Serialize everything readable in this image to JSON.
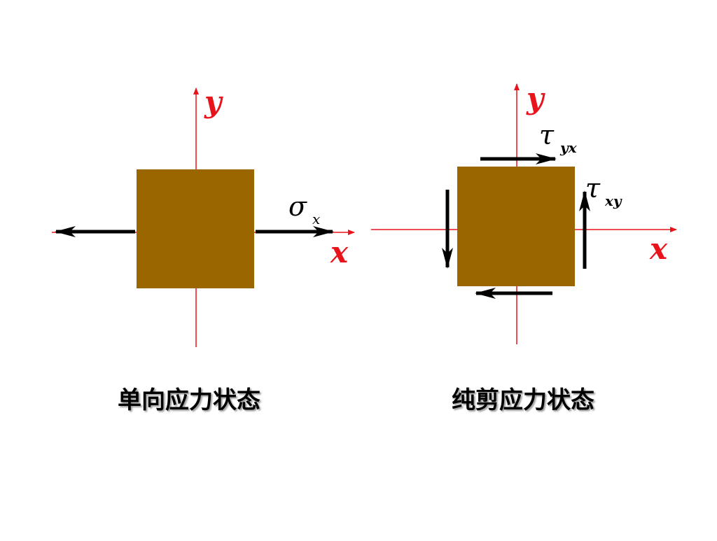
{
  "colors": {
    "axis": "#e8131b",
    "element": "#996600",
    "arrow": "#000000",
    "label": "#e8131b"
  },
  "uniaxial": {
    "axis_x_label": "x",
    "axis_y_label": "y",
    "stress_symbol": "σ",
    "stress_subscript": "x",
    "caption": "单向应力状态"
  },
  "pure_shear": {
    "axis_x_label": "x",
    "axis_y_label": "y",
    "tau_yx_symbol": "τ",
    "tau_yx_subscript": "yx",
    "tau_xy_symbol": "τ",
    "tau_xy_subscript": "xy",
    "caption": "纯剪应力状态"
  }
}
